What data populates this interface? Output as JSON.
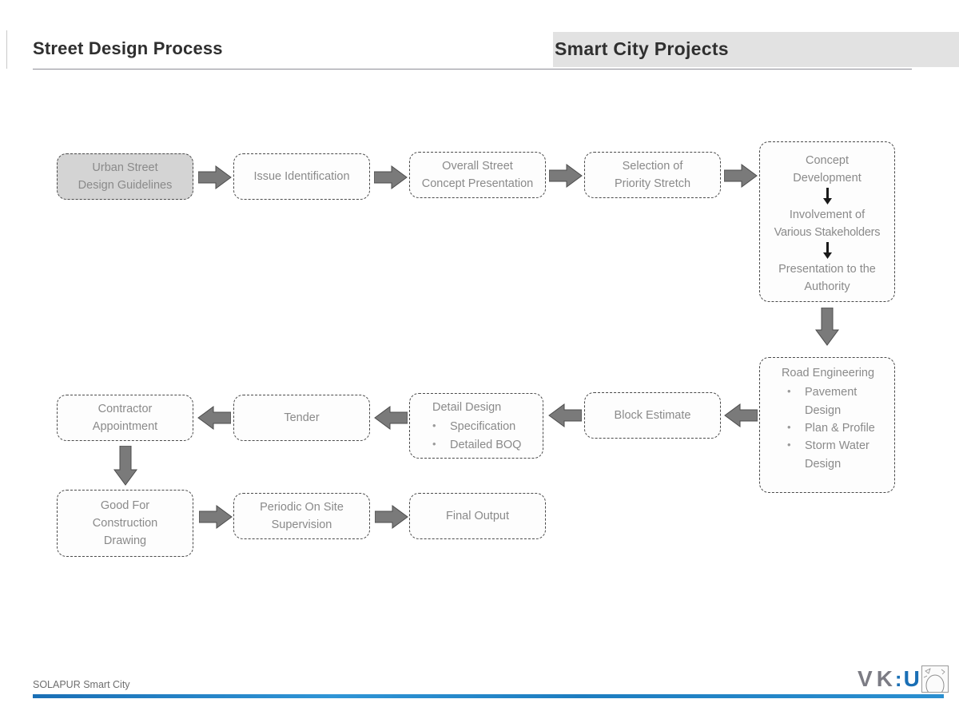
{
  "header": {
    "title_left": "Street Design Process",
    "title_right": "Smart City Projects",
    "band_color": "#e2e2e2",
    "rule_color": "#8d8d96"
  },
  "footer": {
    "text": "SOLAPUR Smart City",
    "rule_color": "#1d7dc0",
    "logo": {
      "v": "V",
      "k": "K",
      "colon": ":",
      "u": "U"
    }
  },
  "flow": {
    "nodes": [
      {
        "id": "urban-street-design-guidelines",
        "lines": [
          "Urban Street",
          "Design Guidelines"
        ],
        "filled": true
      },
      {
        "id": "issue-identification",
        "lines": [
          "Issue Identification"
        ],
        "filled": false
      },
      {
        "id": "overall-street-concept-presentation",
        "lines": [
          "Overall Street",
          "Concept Presentation"
        ],
        "filled": false
      },
      {
        "id": "selection-of-priority-stretch",
        "lines": [
          "Selection of",
          "Priority Stretch"
        ],
        "filled": false
      },
      {
        "id": "concept-development",
        "lines": [
          "Concept",
          "Development",
          "Involvement of",
          "Various Stakeholders",
          "Presentation to the",
          "Authority"
        ],
        "filled": false
      },
      {
        "id": "road-engineering",
        "heading": "Road Engineering",
        "bullets": [
          "Pavement Design",
          "Plan & Profile",
          "Storm Water",
          "Design"
        ],
        "filled": false
      },
      {
        "id": "block-estimate",
        "lines": [
          "Block Estimate"
        ],
        "filled": false
      },
      {
        "id": "detail-design",
        "heading": "Detail Design",
        "bullets": [
          "Specification",
          "Detailed BOQ"
        ],
        "filled": false
      },
      {
        "id": "tender",
        "lines": [
          "Tender"
        ],
        "filled": false
      },
      {
        "id": "contractor-appointment",
        "lines": [
          "Contractor",
          "Appointment"
        ],
        "filled": false
      },
      {
        "id": "good-for-construction-drawing",
        "lines": [
          "Good For",
          "Construction",
          "Drawing"
        ],
        "filled": false
      },
      {
        "id": "periodic-on-site-supervision",
        "lines": [
          "Periodic  On Site",
          "Supervision"
        ],
        "filled": false
      },
      {
        "id": "final-output",
        "lines": [
          "Final Output"
        ],
        "filled": false
      }
    ],
    "arrow_color": "#7a7a7a",
    "node_border_color": "#4a4a4a",
    "node_text_color": "#8a8a8a",
    "filled_node_color": "#d4d4d4"
  }
}
